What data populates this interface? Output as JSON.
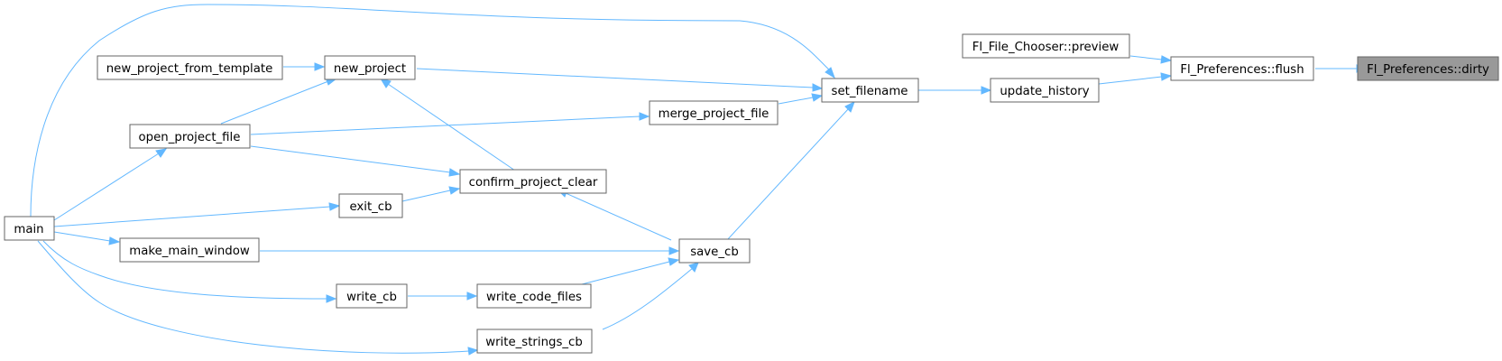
{
  "colors": {
    "edge": "#63b8ff",
    "node_border": "#666666",
    "node_fill": "#ffffff",
    "root_fill": "#999999"
  },
  "nodes": {
    "dirty": "Fl_Preferences::dirty",
    "flush": "Fl_Preferences::flush",
    "preview": "Fl_File_Chooser::preview",
    "update_history": "update_history",
    "set_filename": "set_filename",
    "new_project": "new_project",
    "new_project_from_template": "new_project_from_template",
    "open_project_file": "open_project_file",
    "merge_project_file": "merge_project_file",
    "confirm_project_clear": "confirm_project_clear",
    "exit_cb": "exit_cb",
    "main": "main",
    "make_main_window": "make_main_window",
    "save_cb": "save_cb",
    "write_cb": "write_cb",
    "write_code_files": "write_code_files",
    "write_strings_cb": "write_strings_cb"
  }
}
